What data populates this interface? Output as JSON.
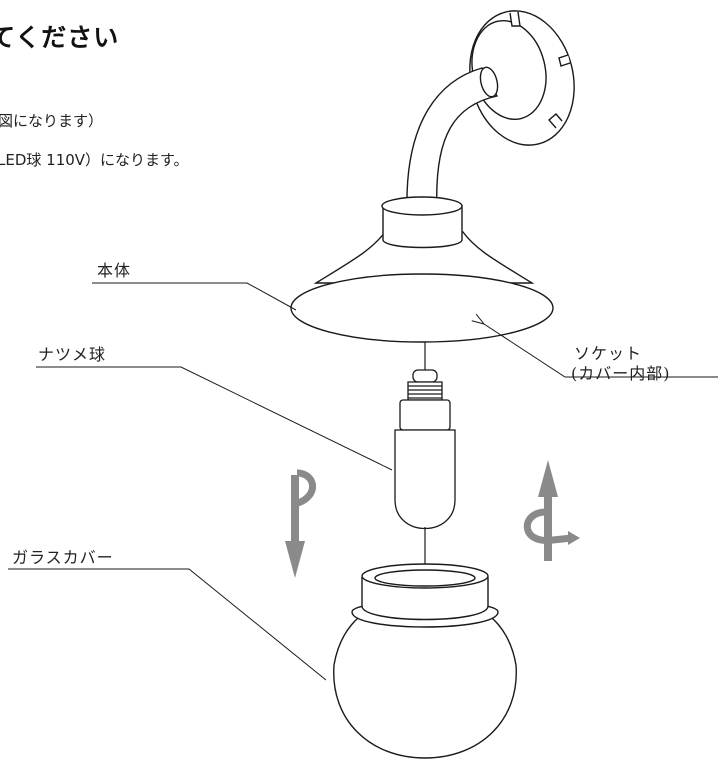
{
  "heading": "てください",
  "notes": [
    "図になります）",
    "LED球 110V）になります。"
  ],
  "labels": {
    "body": "本体",
    "bulb": "ナツメ球",
    "glass_cover": "ガラスカバー",
    "socket_line1": "ソケット",
    "socket_line2": "(カバー内部)"
  },
  "colors": {
    "line": "#1a1a1a",
    "arrow": "#8a8a8a"
  }
}
